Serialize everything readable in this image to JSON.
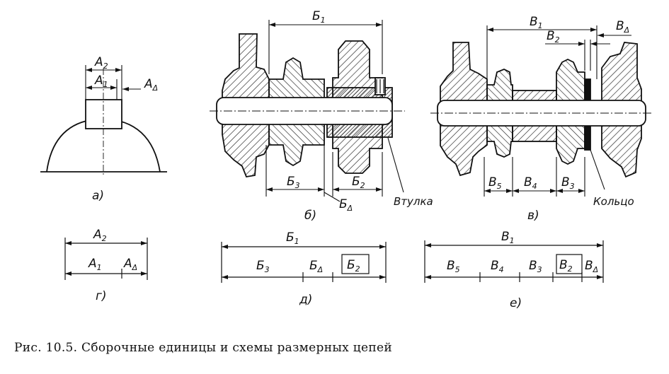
{
  "caption": "Рис. 10.5. Сборочные единицы и схемы размерных цепей",
  "panels": {
    "a": "а)",
    "b": "б)",
    "v": "в)",
    "g": "г)",
    "d": "д)",
    "e": "е)"
  },
  "words": {
    "bushing": "Втулка",
    "ring": "Кольцо"
  },
  "dims": {
    "A": {
      "letter": "A",
      "s2": "2",
      "s1": "1",
      "sd": "Δ"
    },
    "B": {
      "letter": "Б",
      "s1": "1",
      "s2": "2",
      "s3": "3",
      "sd": "Δ"
    },
    "V": {
      "letter": "В",
      "s1": "1",
      "s2": "2",
      "s3": "3",
      "s4": "4",
      "s5": "5",
      "sd": "Δ"
    }
  }
}
